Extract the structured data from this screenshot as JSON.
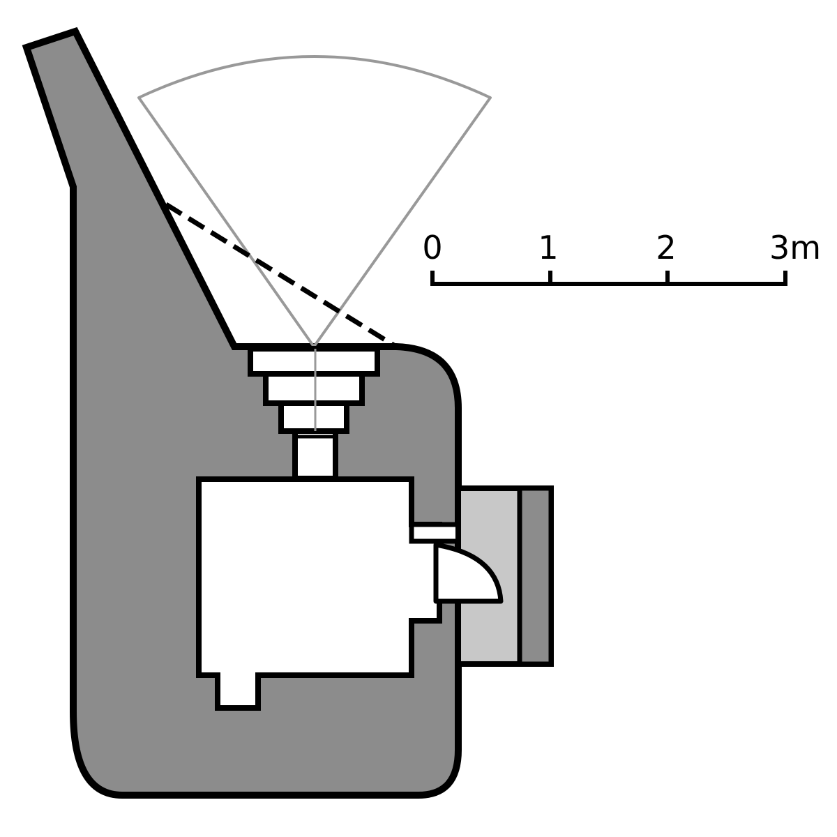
{
  "diagram": {
    "kind": "bunker floor plan with field of fire",
    "colors": {
      "wall": "#8c8c8c",
      "wall_outline": "#000000",
      "interior": "#ffffff",
      "annex_light": "#c8c8c8",
      "annex_dark": "#8c8c8c",
      "field_of_fire": "#999999",
      "background": "#ffffff"
    },
    "scale_bar": {
      "labels": [
        "0",
        "1",
        "2",
        "3m"
      ],
      "unit": "m"
    }
  }
}
